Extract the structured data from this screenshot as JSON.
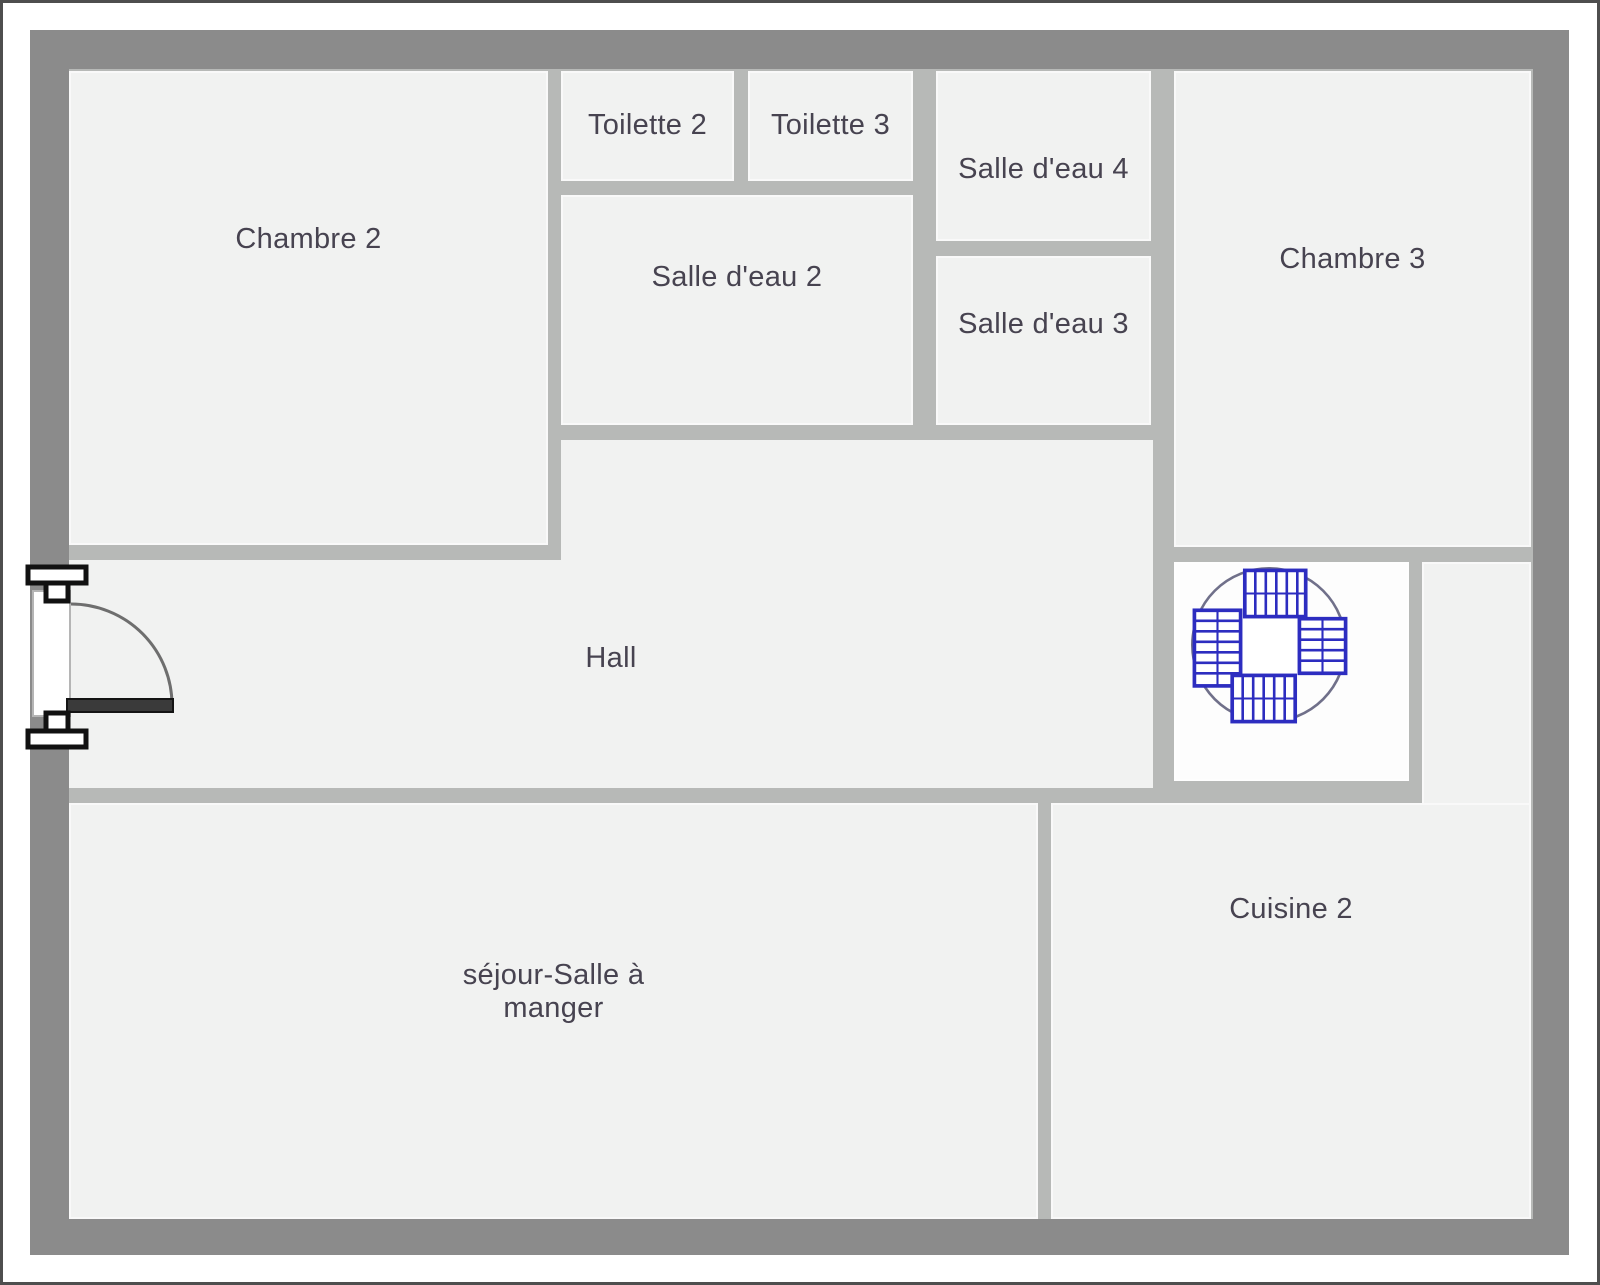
{
  "plan": {
    "type": "floor-plan",
    "rooms": {
      "chambre2": {
        "label": "Chambre 2"
      },
      "toilette2": {
        "label": "Toilette 2"
      },
      "toilette3": {
        "label": "Toilette 3"
      },
      "salle_eau_4": {
        "label": "Salle d'eau 4"
      },
      "salle_eau_2": {
        "label": "Salle d'eau 2"
      },
      "salle_eau_3": {
        "label": "Salle d'eau 3"
      },
      "chambre3": {
        "label": "Chambre 3"
      },
      "hall": {
        "label": "Hall"
      },
      "cuisine2": {
        "label": "Cuisine 2"
      },
      "sejour": {
        "label": "séjour-Salle à manger"
      }
    },
    "symbols": {
      "staircase": "spiral-staircase-icon",
      "entrance": "door-swing-icon"
    },
    "colors": {
      "outer_wall": "#8b8b8b",
      "inner_wall": "#b7b9b7",
      "room_fill": "#f1f2f1",
      "staircase_floor": "#fdfdfd",
      "label_text": "#474350",
      "stair_icon_blue": "#2d2dc0",
      "frame_border": "#4e4e4e"
    }
  }
}
